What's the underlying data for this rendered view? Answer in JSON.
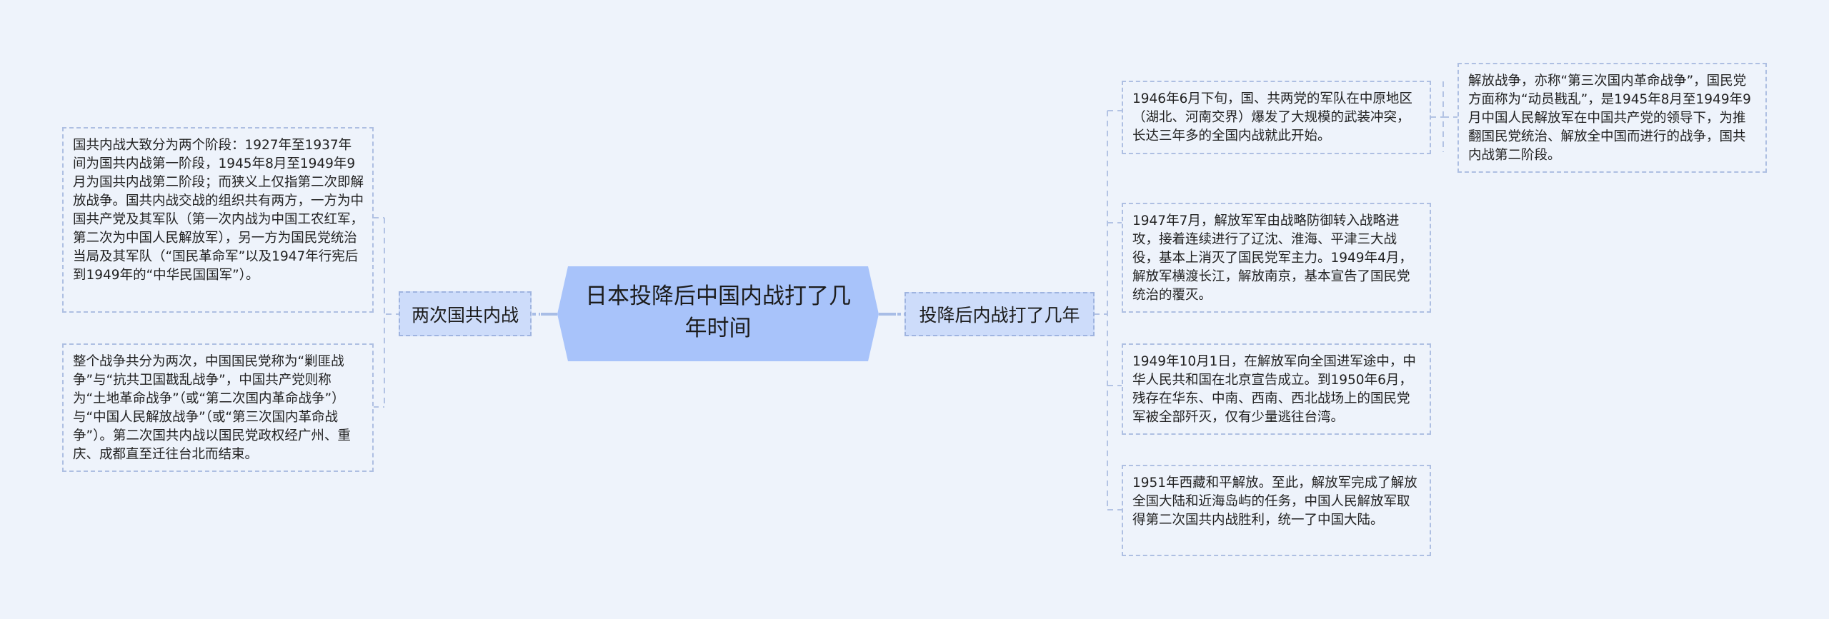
{
  "root": {
    "title": "日本投降后中国内战打了几年时间",
    "fill_color": "#a8c3fa"
  },
  "branches": {
    "left": {
      "label": "两次国共内战",
      "leaves": [
        "国共内战大致分为两个阶段：1927年至1937年间为国共内战第一阶段，1945年8月至1949年9月为国共内战第二阶段；而狭义上仅指第二次即解放战争。国共内战交战的组织共有两方，一方为中国共产党及其军队（第一次内战为中国工农红军，第二次为中国人民解放军），另一方为国民党统治当局及其军队（“国民革命军”以及1947年行宪后到1949年的“中华民国国军”）。",
        "整个战争共分为两次，中国国民党称为“剿匪战争”与“抗共卫国戡乱战争”，中国共产党则称为“土地革命战争”（或“第二次国内革命战争”）与“中国人民解放战争”（或“第三次国内革命战争”）。第二次国共内战以国民党政权经广州、重庆、成都直至迁往台北而结束。"
      ]
    },
    "right": {
      "label": "投降后内战打了几年",
      "leaves": [
        "1946年6月下旬，国、共两党的军队在中原地区（湖北、河南交界）爆发了大规模的武装冲突，长达三年多的全国内战就此开始。",
        "1947年7月，解放军军由战略防御转入战略进攻，接着连续进行了辽沈、淮海、平津三大战役，基本上消灭了国民党军主力。1949年4月，解放军横渡长江，解放南京，基本宣告了国民党统治的覆灭。",
        "1949年10月1日，在解放军向全国进军途中，中华人民共和国在北京宣告成立。到1950年6月，残存在华东、中南、西南、西北战场上的国民党军被全部歼灭，仅有少量逃往台湾。",
        "1951年西藏和平解放。至此，解放军完成了解放全国大陆和近海岛屿的任务，中国人民解放军取得第二次国共内战胜利，统一了中国大陆。"
      ],
      "sub_leaf": "解放战争，亦称“第三次国内革命战争”，国民党方面称为“动员戡乱”，是1945年8月至1949年9月中国人民解放军在中国共产党的领导下，为推翻国民党统治、解放全中国而进行的战争，国共内战第二阶段。"
    }
  },
  "colors": {
    "background": "#eef3fb",
    "root_fill": "#a8c3fa",
    "sub_fill": "#cddcfa",
    "line": "#a8bde6",
    "dashed_border": "#aebfe2"
  }
}
